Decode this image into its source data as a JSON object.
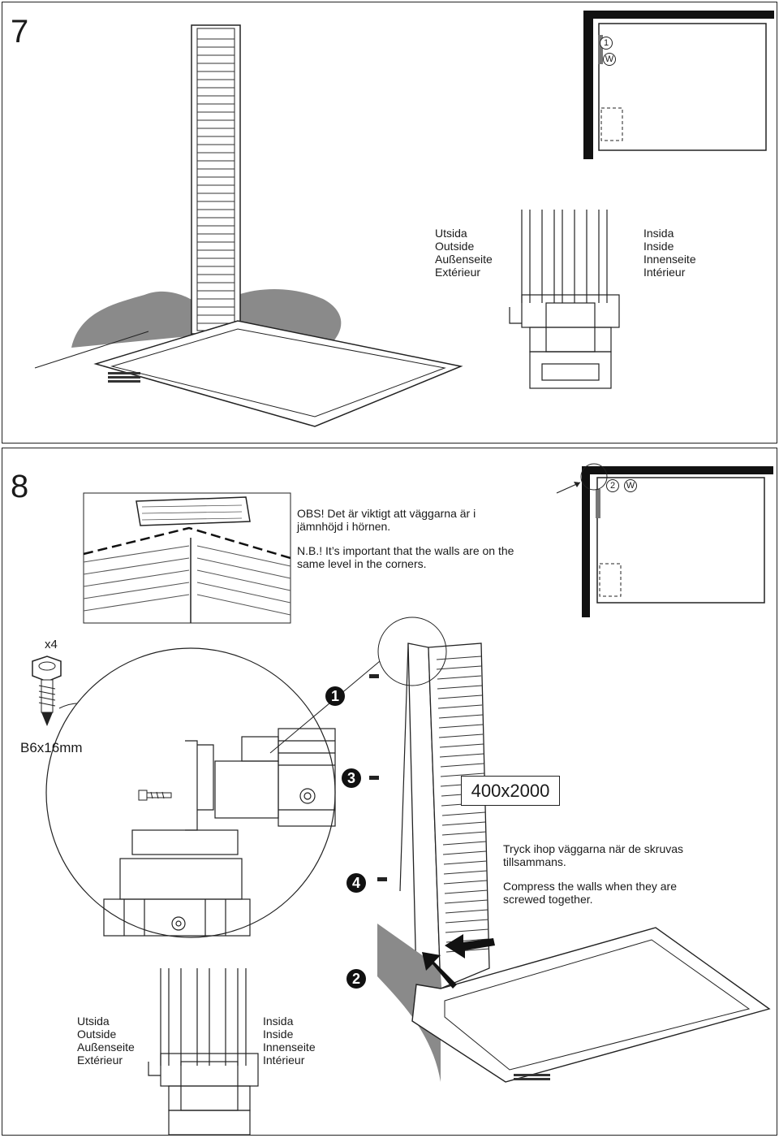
{
  "step7": {
    "number": "7",
    "inset_marker": "1",
    "inset_code": "W",
    "outside_labels": [
      "Utsida",
      "Outside",
      "Außenseite",
      "Extérieur"
    ],
    "inside_labels": [
      "Insida",
      "Inside",
      "Innenseite",
      "Intérieur"
    ]
  },
  "step8": {
    "number": "8",
    "note_sv": "OBS! Det är viktigt att väggarna är i jämnhöjd i hörnen.",
    "note_en": "N.B.! It’s important that the walls are on the same level in the corners.",
    "inset_marker": "2",
    "inset_code": "W",
    "screw_count": "x4",
    "screw_size": "B6x16mm",
    "callouts": [
      "1",
      "2",
      "3",
      "4"
    ],
    "wall_size": "400x2000",
    "instruction_sv": "Tryck ihop väggarna när de skruvas tillsammans.",
    "instruction_en": "Compress the walls when they are screwed together.",
    "outside_labels": [
      "Utsida",
      "Outside",
      "Außenseite",
      "Extérieur"
    ],
    "inside_labels": [
      "Insida",
      "Inside",
      "Innenseite",
      "Intérieur"
    ]
  }
}
